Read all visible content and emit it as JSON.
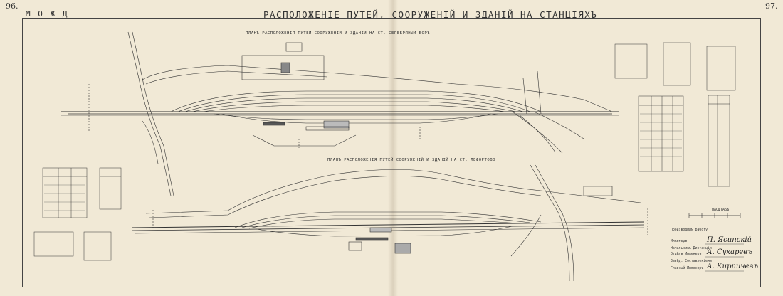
{
  "page_numbers": {
    "left": "96.",
    "right": "97."
  },
  "header": {
    "org": "М О Ж Д",
    "title": "РАСПОЛОЖЕНІЕ ПУТЕЙ, СООРУЖЕНІЙ И ЗДАНІЙ НА СТАНЦІЯХЪ"
  },
  "plans": [
    {
      "title": "ПЛАНЪ РАСПОЛОЖЕНІЯ ПУТЕЙ СООРУЖЕНІЙ И ЗДАНІЙ НА СТ. СЕРЕБРЯНЫЙ БОРЪ"
    },
    {
      "title": "ПЛАНЪ РАСПОЛОЖЕНІЯ ПУТЕЙ СООРУЖЕНІЙ И ЗДАНІЙ НА СТ. ЛЕФОРТОВО"
    }
  ],
  "scale_label": "МАСШТАБЪ",
  "signatures": [
    {
      "role": "Производилъ работу",
      "name": ""
    },
    {
      "role": "Инженеръ",
      "name": "П. Ясинскій"
    },
    {
      "role": "Начальникъ Дистанціи",
      "name": ""
    },
    {
      "role": "Отдѣлъ Инженеръ",
      "name": "А. Сухаревъ"
    },
    {
      "role": "Завѣд. Составленіемъ",
      "name": ""
    },
    {
      "role": "Главный Инженеръ",
      "name": "А. Кирпичевъ"
    }
  ]
}
